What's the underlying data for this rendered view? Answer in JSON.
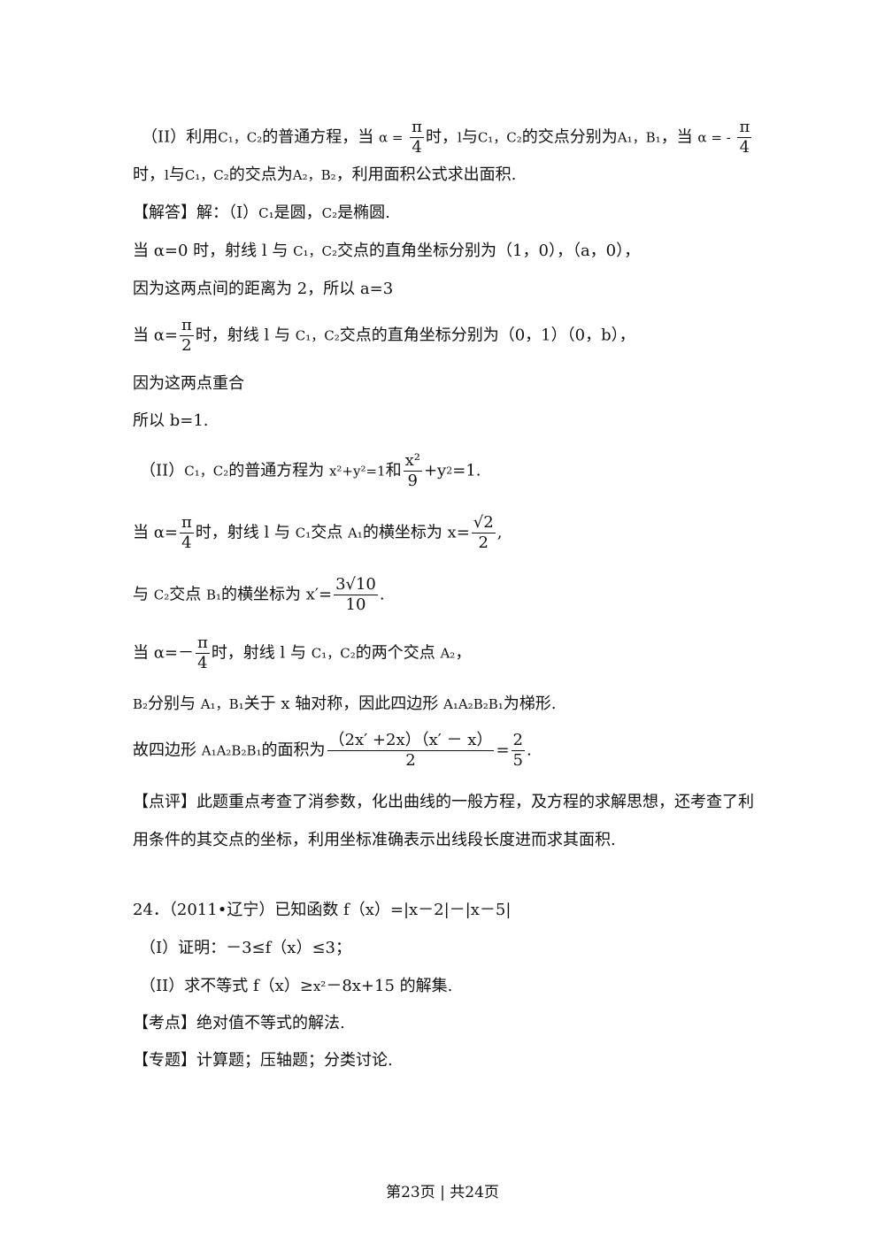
{
  "lines": {
    "l1a": "（II）利用",
    "l1b": "的普通方程，当",
    "l1c": "时，",
    "l1d": "与",
    "l1e": "的交点分别为",
    "l1f": "，当",
    "l2a": "时，",
    "l2b": "与",
    "l2c": "的交点为",
    "l2d": "，利用面积公式求出面积.",
    "l3": "【解答】解：（I）",
    "l3b": "是圆，",
    "l3c": "是椭圆.",
    "l4": "当 α=0 时，射线 l 与 ",
    "l4b": "交点的直角坐标分别为（1，0），（a，0），",
    "l5": "因为这两点间的距离为 2，所以 a=3",
    "l6a": "当 α=",
    "l6b": "时，射线 l 与 ",
    "l6c": "交点的直角坐标分别为（0，1）（0，b），",
    "l7": "因为这两点重合",
    "l8": "所以 b=1.",
    "l9a": "（II）",
    "l9b": "的普通方程为 ",
    "l9c": "和",
    "l9d": "=1.",
    "l10a": "当 α=",
    "l10b": "时，射线 l 与 ",
    "l10c": "交点 ",
    "l10d": "的横坐标为 x=",
    "l11a": "与 ",
    "l11b": "交点 ",
    "l11c": "的横坐标为 x′=",
    "l12a": "当 α=－",
    "l12b": "时，射线 l 与 ",
    "l12c": "的两个交点 ",
    "l13a": "分别与 ",
    "l13b": "关于 x 轴对称，因此四边形 ",
    "l13c": "为梯形.",
    "l14a": "故四边形 ",
    "l14b": "的面积为",
    "l15": "【点评】此题重点考查了消参数，化出曲线的一般方程，及方程的求解思想，还考查了利",
    "l16": "用条件的其交点的坐标，利用坐标准确表示出线段长度进而求其面积.",
    "l17": "24．（2011•辽宁）已知函数 f（x）=|x－2|－|x－5|",
    "l18": "（I）证明：－3≤f（x）≤3；",
    "l19a": "（II）求不等式 f（x）≥",
    "l19b": "－8x+15 的解集.",
    "l20": "【考点】绝对值不等式的解法.",
    "l21": "【专题】计算题；压轴题；分类讨论."
  },
  "math": {
    "C1": "C₁",
    "C2": "C₂",
    "C1C2": "C₁，C₂",
    "A1": "A₁",
    "B1": "B₁",
    "A2": "A₂",
    "B2": "B₂",
    "A1B1": "A₁，B₁",
    "A2B2": "A₂，B₂",
    "A1A2B2B1": "A₁A₂B₂B₁",
    "l": "l",
    "alpha_eq": "α =",
    "alpha_eq_neg": "α = -",
    "pi": "π",
    "four": "4",
    "two": "2",
    "nine": "9",
    "x2plusy2": "x²+y²=1",
    "x2": "x²",
    "x2sq": "x",
    "y2": "+y",
    "sqrt2": "√2",
    "three_sqrt10": "3√10",
    "ten": "10",
    "area_num": "（2x′ +2x）（x′ － x）",
    "area_eq": "=",
    "two_n": "2",
    "five": "5"
  },
  "footer": "第23页 | 共24页"
}
